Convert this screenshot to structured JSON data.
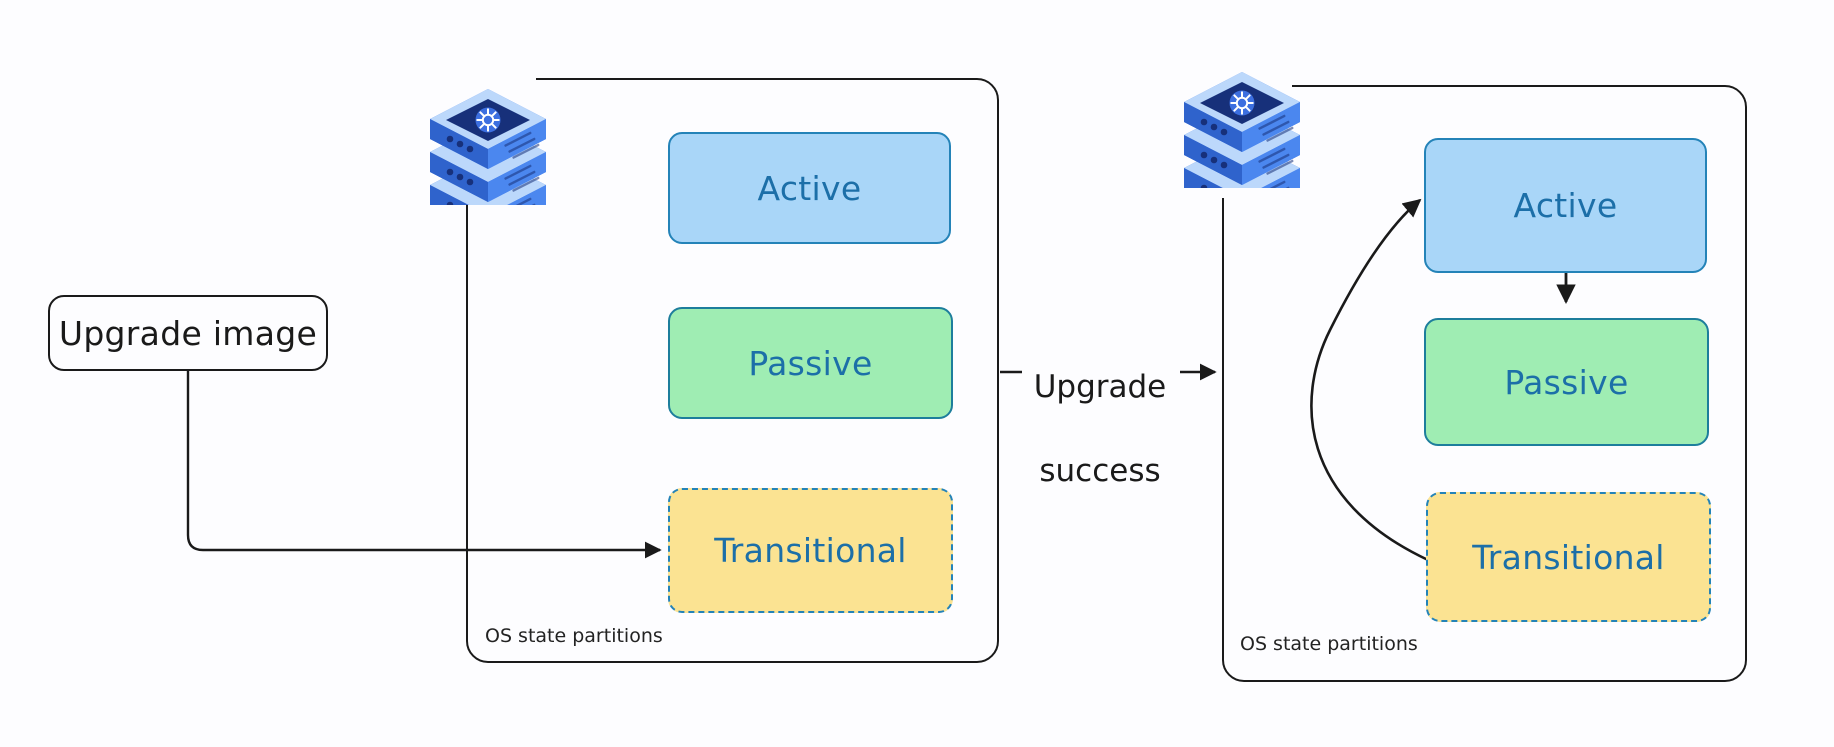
{
  "diagram": {
    "title": "OS upgrade state partition flow",
    "background": "#fdfdff"
  },
  "source": {
    "label": "Upgrade image"
  },
  "transition": {
    "label": "Upgrade\nsuccess",
    "line1": "Upgrade",
    "line2": "success"
  },
  "panels": [
    {
      "id": "before",
      "frame_label": "OS state partitions",
      "icon_name": "server-stack-kubernetes-icon",
      "boxes": [
        {
          "id": "active",
          "label": "Active",
          "style": "solid",
          "fill": "#a9d6f8",
          "border": "#2483b8"
        },
        {
          "id": "passive",
          "label": "Passive",
          "style": "solid",
          "fill": "#9fedb3",
          "border": "#1d7e9c"
        },
        {
          "id": "transitional",
          "label": "Transitional",
          "style": "dashed",
          "fill": "#fbe392",
          "border": "#2483b8"
        }
      ]
    },
    {
      "id": "after",
      "frame_label": "OS state partitions",
      "icon_name": "server-stack-kubernetes-icon",
      "boxes": [
        {
          "id": "active",
          "label": "Active",
          "style": "solid",
          "fill": "#a9d6f8",
          "border": "#2483b8"
        },
        {
          "id": "passive",
          "label": "Passive",
          "style": "solid",
          "fill": "#9fedb3",
          "border": "#1d7e9c"
        },
        {
          "id": "transitional",
          "label": "Transitional",
          "style": "dashed",
          "fill": "#fbe392",
          "border": "#2483b8"
        }
      ]
    }
  ],
  "connectors": [
    {
      "id": "upgrade-image-to-transitional",
      "from": "Upgrade image",
      "to": "Transitional",
      "shape": "elbow",
      "arrow": true
    },
    {
      "id": "upgrade-success",
      "from": "before panel",
      "to": "after panel",
      "shape": "straight",
      "arrow": true
    },
    {
      "id": "transitional-to-active",
      "from": "Transitional",
      "to": "Active",
      "shape": "curve",
      "arrow": true
    },
    {
      "id": "active-to-passive",
      "from": "Active",
      "to": "Passive",
      "shape": "straight",
      "arrow": true
    }
  ],
  "colors": {
    "stroke": "#1a1a1a",
    "text_blue": "#1c6fa8",
    "active_fill": "#a9d6f8",
    "passive_fill": "#9fedb3",
    "transitional_fill": "#fbe392",
    "server_blue": "#4b87ef",
    "server_light": "#bcd8fb",
    "server_dark": "#17307a"
  }
}
